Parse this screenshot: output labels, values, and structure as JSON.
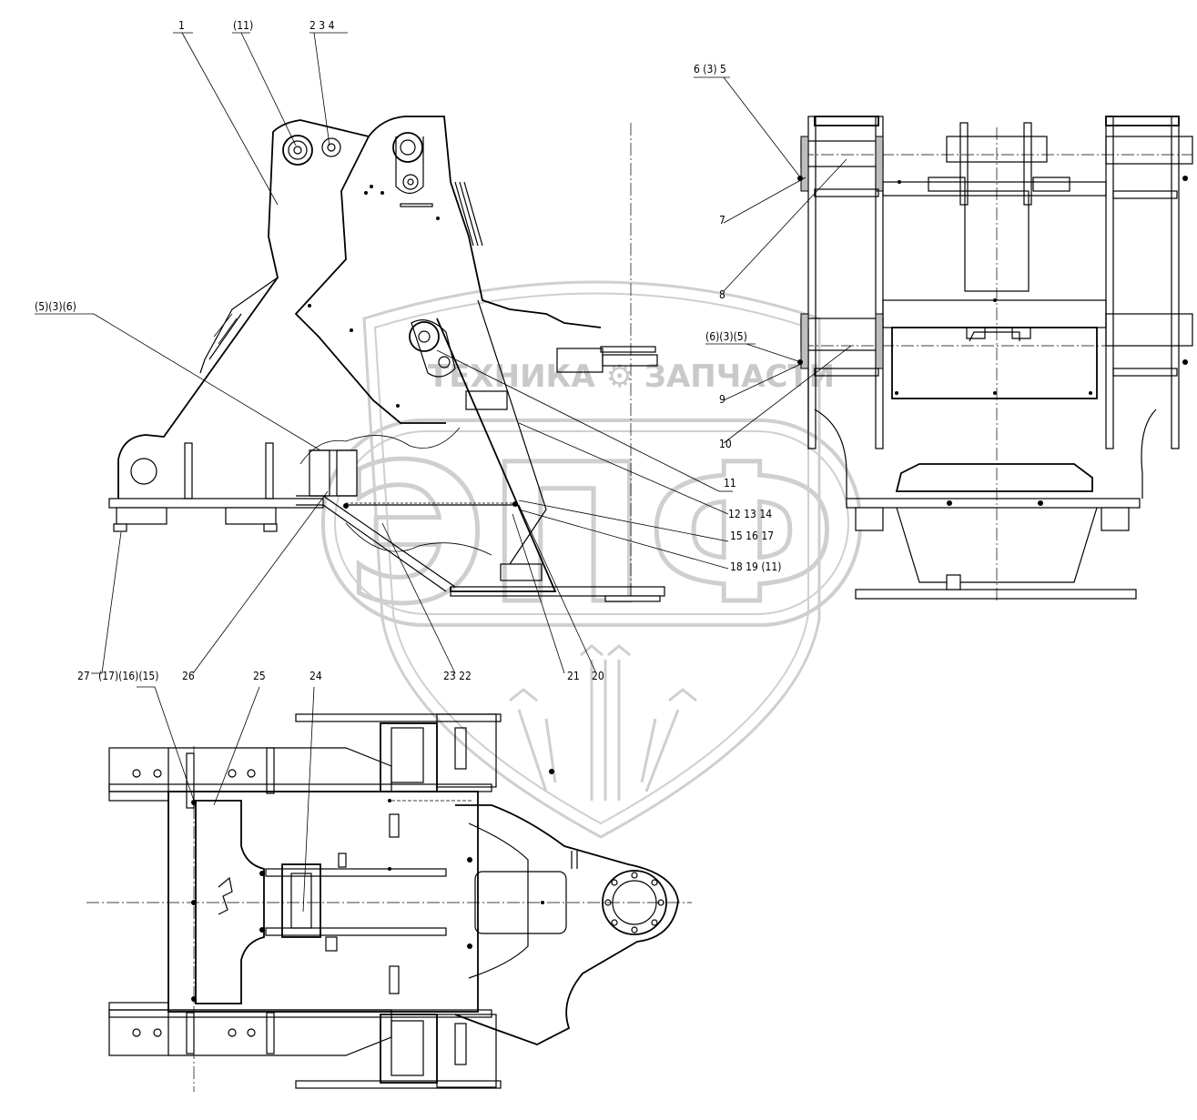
{
  "watermark": {
    "brand_line": "ТЕХНИКА ⚙ ЗАПЧАСТИ",
    "logo": "ЭПФ"
  },
  "callouts": {
    "c1": "1",
    "c2": "(11)",
    "c3": "2 3 4",
    "c4": "6 (3) 5",
    "c5": "(5)(3)(6)",
    "c6": "7",
    "c7": "8",
    "c8": "(6)(3)(5)",
    "c9": "9",
    "c10": "10",
    "c11": "11",
    "c12": "12 13 14",
    "c13": "15 16 17",
    "c14": "18 19 (11)",
    "c15": "27",
    "c16": "26",
    "c17": "23 22",
    "c18": "21",
    "c19": "20",
    "c20": "(17)(16)(15)",
    "c21": "25",
    "c22": "24"
  },
  "colors": {
    "line": "#000000",
    "watermark": "#cfcfcf",
    "background": "#ffffff"
  }
}
